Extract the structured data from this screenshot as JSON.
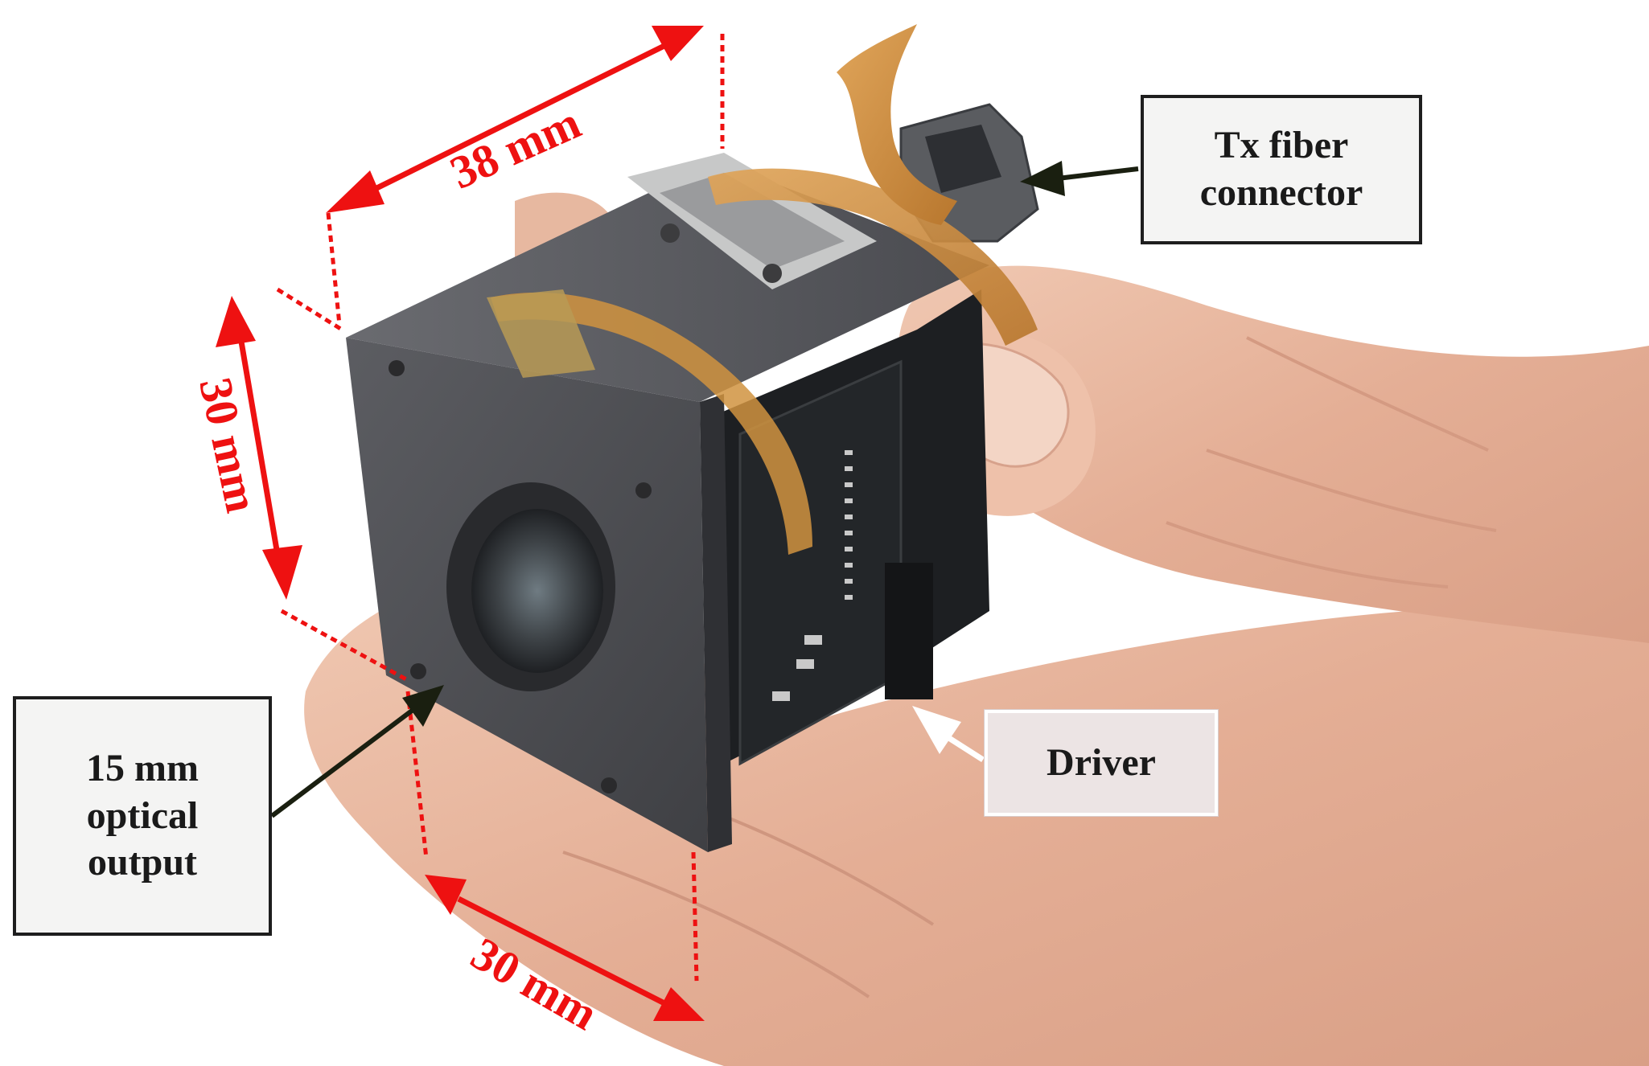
{
  "callouts": {
    "tx_fiber_line1": "Tx fiber",
    "tx_fiber_line2": "connector",
    "optical_line1": "15 mm",
    "optical_line2": "optical",
    "optical_line3": "output",
    "driver": "Driver"
  },
  "dimensions": {
    "length": "38 mm",
    "height": "30 mm",
    "width": "30 mm"
  },
  "colors": {
    "dimension_red": "#ee1111",
    "callout_arrow": "#1a1f10",
    "driver_arrow": "#ffffff",
    "module_housing": "#4d4e52",
    "flex_cable": "#c98a3c",
    "skin": "#e8b79e"
  }
}
